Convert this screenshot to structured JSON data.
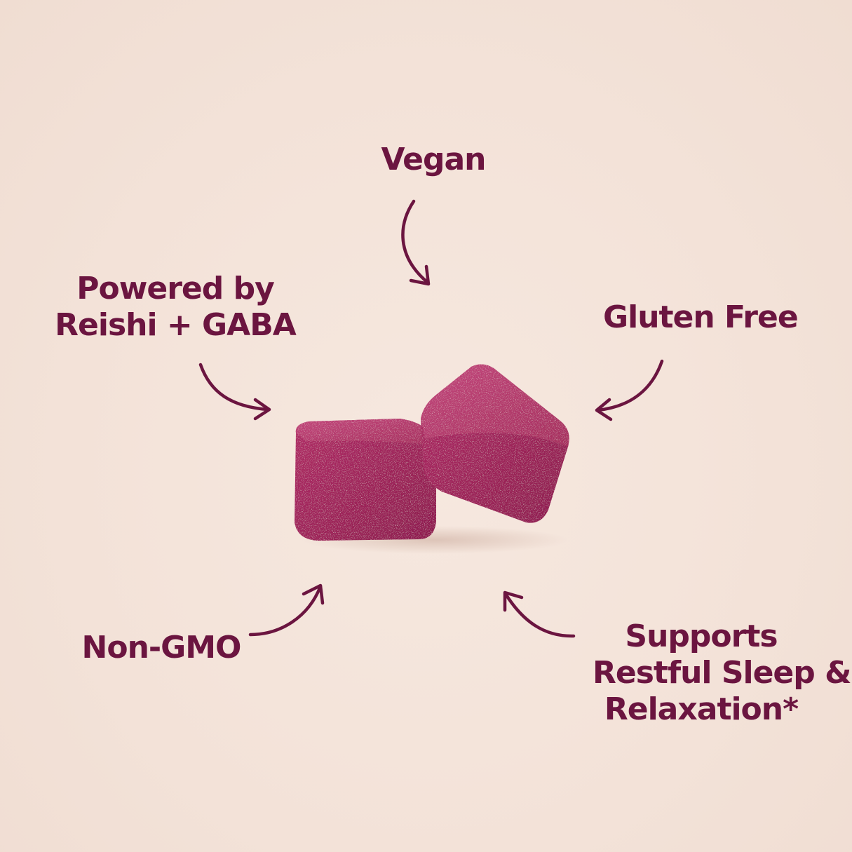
{
  "labels": {
    "vegan": "Vegan",
    "powered_line1": "Powered by",
    "powered_line2": "Reishi + GABA",
    "gluten_free": "Gluten Free",
    "non_gmo": "Non-GMO",
    "supports_line1": "Supports",
    "supports_line2": "Restful Sleep &",
    "supports_line3": "Relaxation*"
  },
  "colors": {
    "background": "#f4e4da",
    "text": "#6b1540",
    "gummy": "#a8285e"
  },
  "icons": {
    "arrow": "curved-arrow-icon",
    "product": "gummy-icon"
  }
}
